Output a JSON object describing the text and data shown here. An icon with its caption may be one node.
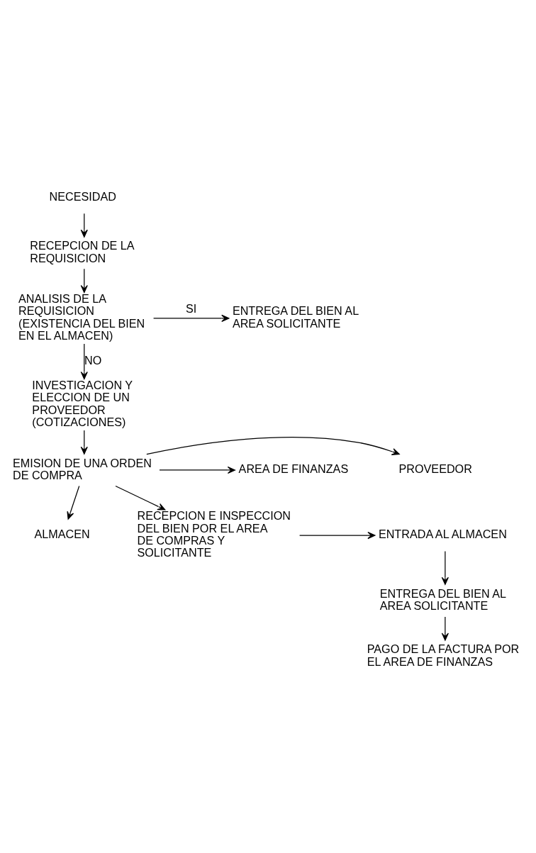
{
  "diagram": {
    "nodes": [
      {
        "text": [
          "NECESIDAD"
        ]
      },
      {
        "text": [
          "RECEPCION DE LA REQUISICION"
        ]
      },
      {
        "text": [
          "ANALISIS DE LA REQUISICION (EXISTENCIA DEL BIEN EN EL ALMACEN)"
        ]
      },
      {
        "text": [
          "ENTREGA DEL BIEN AL AREA SOLICITANTE"
        ]
      },
      {
        "text": [
          "INVESTIGACION Y ELECCION DE UN PROVEEDOR (COTIZACIONES)"
        ]
      },
      {
        "text": [
          "EMISION DE UNA ORDEN DE COMPRA"
        ]
      },
      {
        "text": [
          "PROVEEDOR"
        ]
      },
      {
        "text": [
          "AREA DE FINANZAS"
        ]
      },
      {
        "text": [
          "ALMACEN"
        ]
      },
      {
        "text": [
          "RECEPCION E INSPECCION DEL BIEN POR EL AREA DE COMPRAS Y SOLICITANTE"
        ]
      },
      {
        "text": [
          "ENTRADA AL ALMACEN"
        ]
      },
      {
        "text": [
          "ENTREGA DEL BIEN AL AREA SOLICITANTE"
        ]
      },
      {
        "text": [
          "PAGO DE LA FACTURA POR EL AREA DE FINANZAS"
        ]
      }
    ],
    "edges": [
      {
        "from": 0,
        "to": 1,
        "arrow": "to"
      },
      {
        "from": 1,
        "to": 2,
        "arrow": "to"
      },
      {
        "from": 2,
        "to": 3,
        "arrow": "to",
        "label": "SI"
      },
      {
        "from": 2,
        "to": 4,
        "arrow": "to",
        "label": "NO"
      },
      {
        "from": 4,
        "to": 5,
        "arrow": "to"
      },
      {
        "from": 5,
        "to": 6,
        "arrow": "to"
      },
      {
        "from": 5,
        "to": 7,
        "arrow": "to"
      },
      {
        "from": 5,
        "to": 8,
        "arrow": "to"
      },
      {
        "from": 5,
        "to": 9,
        "arrow": "to"
      },
      {
        "from": 9,
        "to": 10,
        "arrow": "to"
      },
      {
        "from": 10,
        "to": 11,
        "arrow": "to"
      },
      {
        "from": 11,
        "to": 12,
        "arrow": "to"
      }
    ]
  }
}
